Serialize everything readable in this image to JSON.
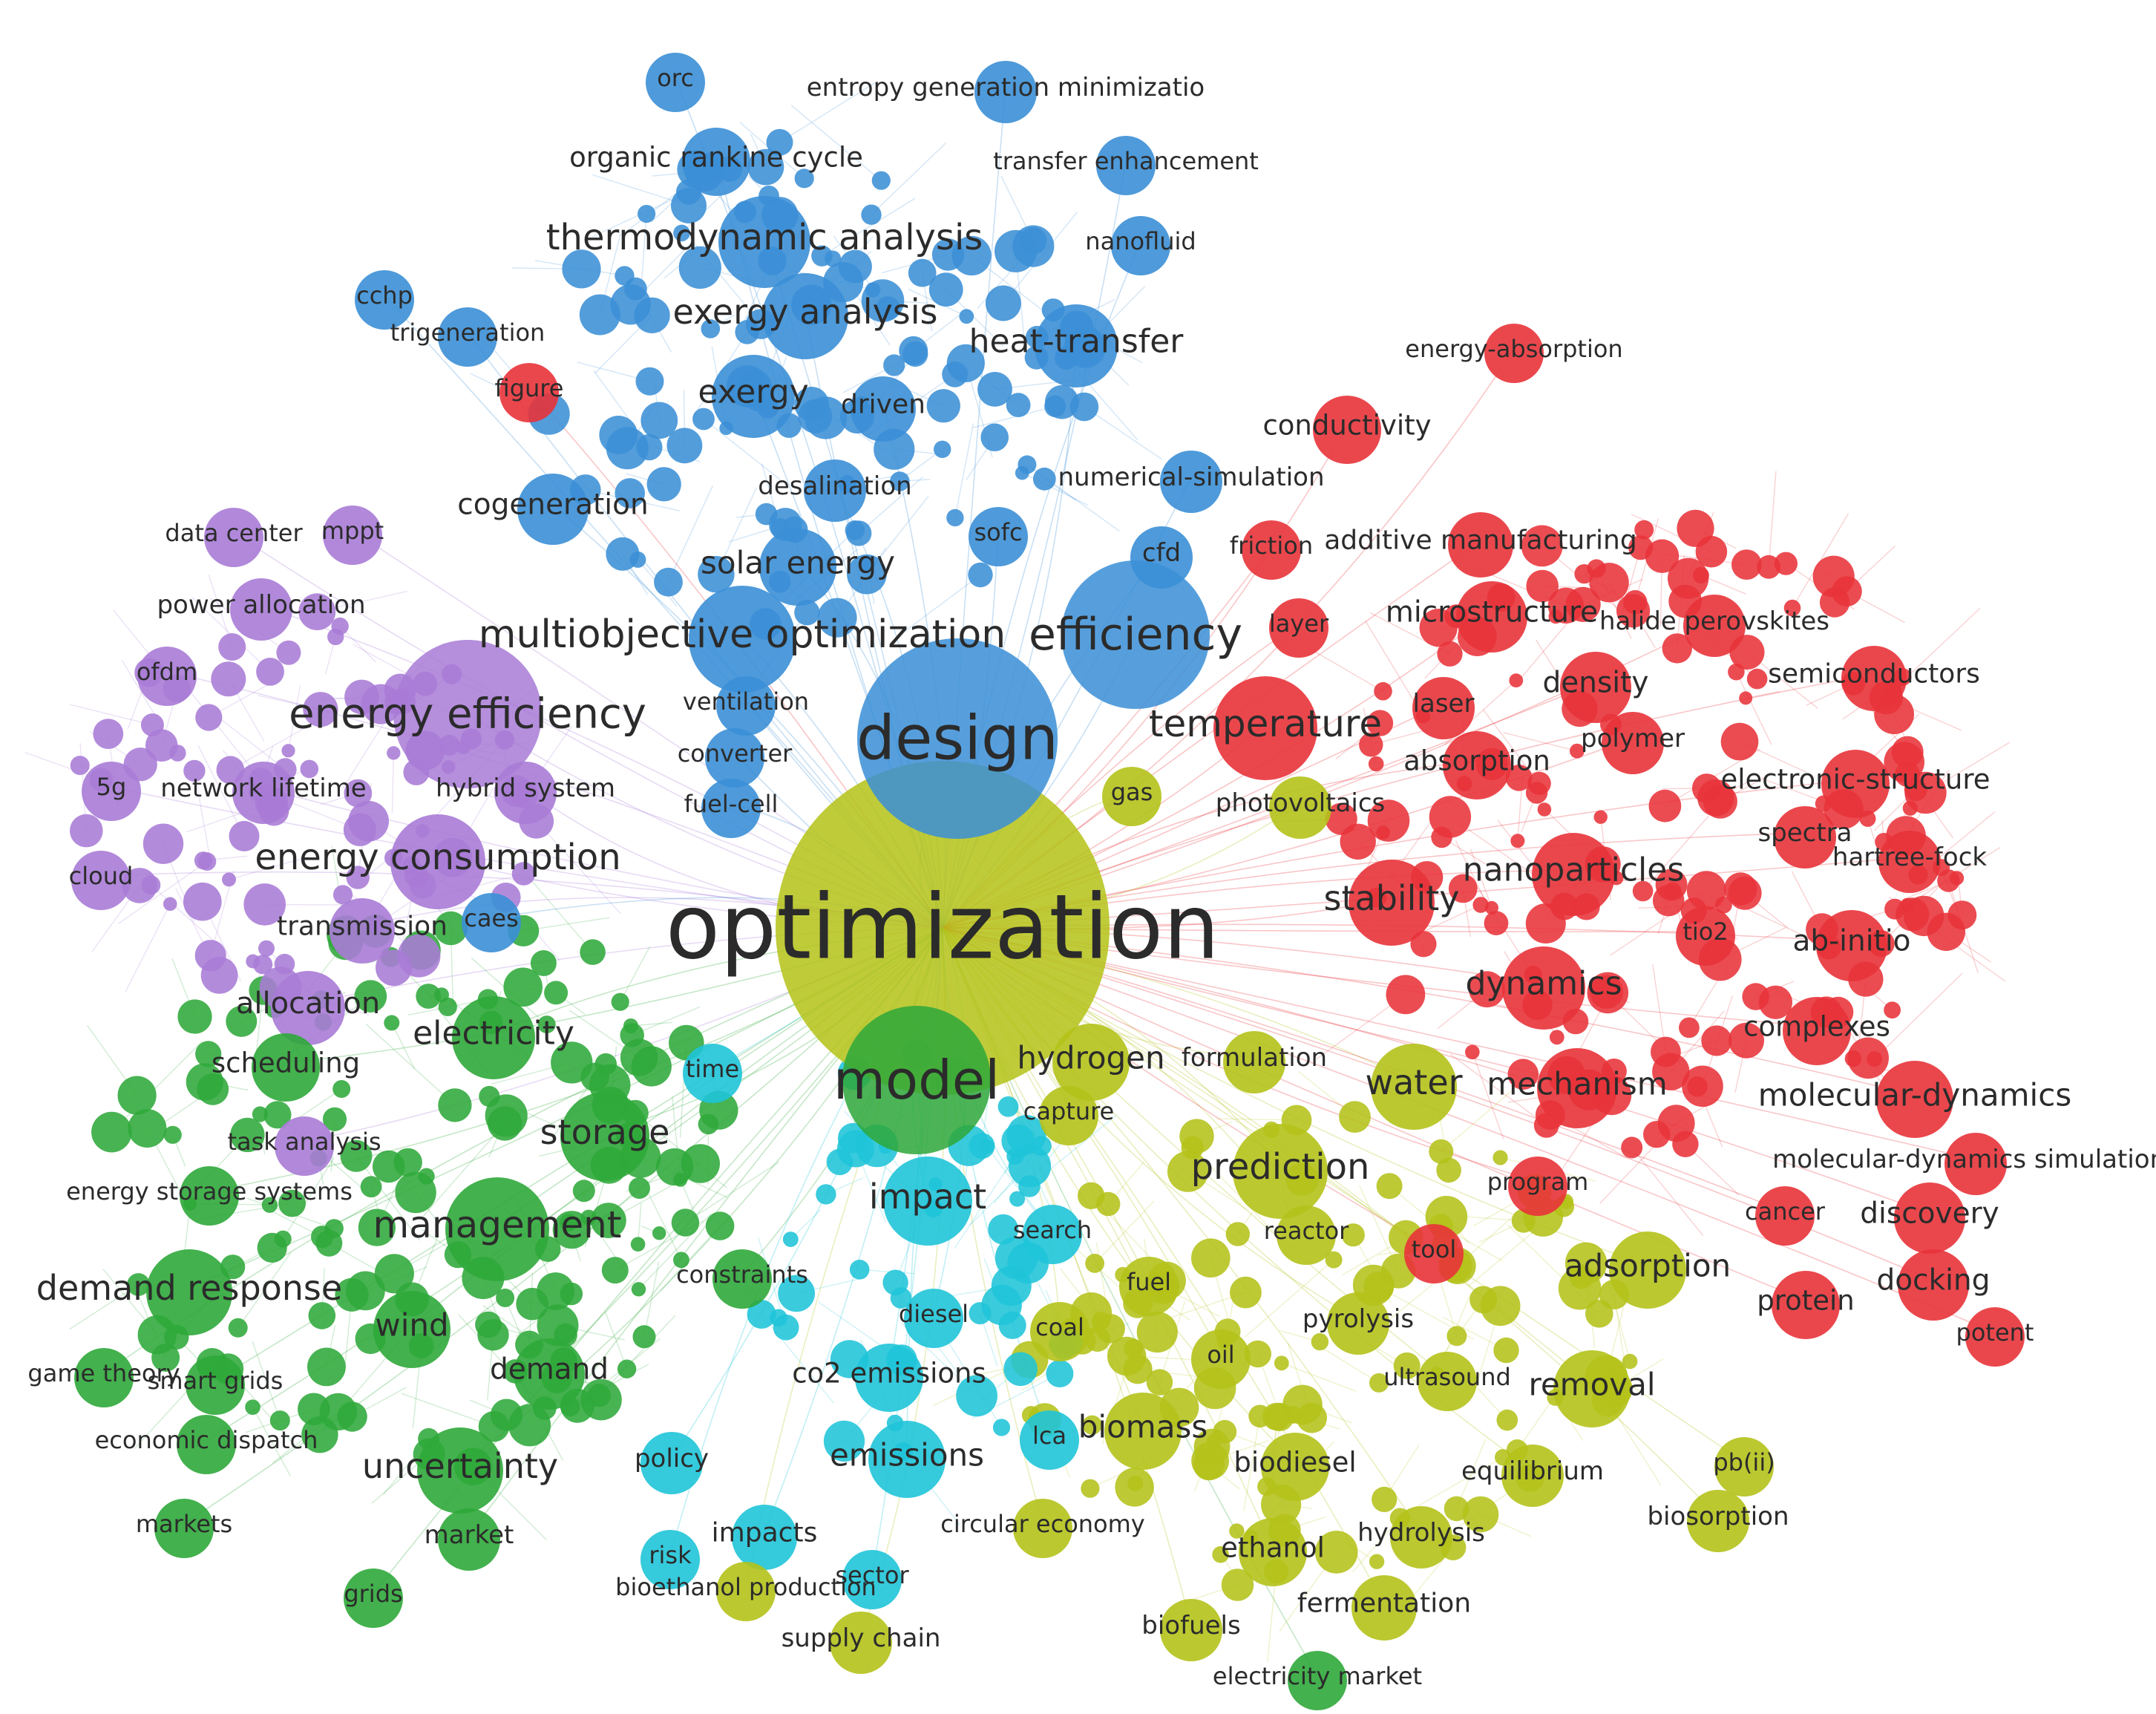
{
  "clusters": [
    {
      "id": "red",
      "color": "#e8333a"
    },
    {
      "id": "blue",
      "color": "#3b8fd6"
    },
    {
      "id": "green",
      "color": "#2fa83a"
    },
    {
      "id": "yellow",
      "color": "#b4c219"
    },
    {
      "id": "purple",
      "color": "#a97bd6"
    },
    {
      "id": "cyan",
      "color": "#1fc4d8"
    }
  ],
  "keywords": [
    {
      "label": "optimization",
      "cluster": "yellow",
      "weight": 10
    },
    {
      "label": "design",
      "cluster": "blue",
      "weight": 6
    },
    {
      "label": "model",
      "cluster": "green",
      "weight": 5
    },
    {
      "label": "efficiency",
      "cluster": "blue",
      "weight": 4.5
    },
    {
      "label": "energy efficiency",
      "cluster": "purple",
      "weight": 4
    },
    {
      "label": "multiobjective optimization",
      "cluster": "blue",
      "weight": 3.6
    },
    {
      "label": "temperature",
      "cluster": "red",
      "weight": 3.5
    },
    {
      "label": "management",
      "cluster": "green",
      "weight": 3.5
    },
    {
      "label": "energy consumption",
      "cluster": "purple",
      "weight": 3.2
    },
    {
      "label": "prediction",
      "cluster": "yellow",
      "weight": 3.2
    },
    {
      "label": "thermodynamic analysis",
      "cluster": "blue",
      "weight": 3.1
    },
    {
      "label": "storage",
      "cluster": "green",
      "weight": 3
    },
    {
      "label": "impact",
      "cluster": "cyan",
      "weight": 3
    },
    {
      "label": "stability",
      "cluster": "red",
      "weight": 2.9
    },
    {
      "label": "demand response",
      "cluster": "green",
      "weight": 2.9
    },
    {
      "label": "uncertainty",
      "cluster": "green",
      "weight": 2.9
    },
    {
      "label": "exergy analysis",
      "cluster": "blue",
      "weight": 2.9
    },
    {
      "label": "water",
      "cluster": "yellow",
      "weight": 2.9
    },
    {
      "label": "electricity",
      "cluster": "green",
      "weight": 2.8
    },
    {
      "label": "nanoparticles",
      "cluster": "red",
      "weight": 2.8
    },
    {
      "label": "heat-transfer",
      "cluster": "blue",
      "weight": 2.8
    },
    {
      "label": "exergy",
      "cluster": "blue",
      "weight": 2.8
    },
    {
      "label": "dynamics",
      "cluster": "red",
      "weight": 2.8
    },
    {
      "label": "mechanism",
      "cluster": "red",
      "weight": 2.7
    },
    {
      "label": "molecular-dynamics",
      "cluster": "red",
      "weight": 2.6
    },
    {
      "label": "solar energy",
      "cluster": "blue",
      "weight": 2.6
    },
    {
      "label": "hydrogen",
      "cluster": "yellow",
      "weight": 2.6
    },
    {
      "label": "adsorption",
      "cluster": "yellow",
      "weight": 2.6
    },
    {
      "label": "removal",
      "cluster": "yellow",
      "weight": 2.6
    },
    {
      "label": "biomass",
      "cluster": "yellow",
      "weight": 2.6
    },
    {
      "label": "emissions",
      "cluster": "cyan",
      "weight": 2.6
    },
    {
      "label": "wind",
      "cluster": "green",
      "weight": 2.6
    },
    {
      "label": "allocation",
      "cluster": "purple",
      "weight": 2.5
    },
    {
      "label": "cogeneration",
      "cluster": "blue",
      "weight": 2.4
    },
    {
      "label": "microstructure",
      "cluster": "red",
      "weight": 2.4
    },
    {
      "label": "density",
      "cluster": "red",
      "weight": 2.4
    },
    {
      "label": "demand",
      "cluster": "green",
      "weight": 2.4
    },
    {
      "label": "docking",
      "cluster": "red",
      "weight": 2.4
    },
    {
      "label": "discovery",
      "cluster": "red",
      "weight": 2.4
    },
    {
      "label": "ab-initio",
      "cluster": "red",
      "weight": 2.4
    },
    {
      "label": "organic rankine cycle",
      "cluster": "blue",
      "weight": 2.3
    },
    {
      "label": "conductivity",
      "cluster": "red",
      "weight": 2.3
    },
    {
      "label": "scheduling",
      "cluster": "green",
      "weight": 2.3
    },
    {
      "label": "protein",
      "cluster": "red",
      "weight": 2.3
    },
    {
      "label": "absorption",
      "cluster": "red",
      "weight": 2.3
    },
    {
      "label": "electronic-structure",
      "cluster": "red",
      "weight": 2.3
    },
    {
      "label": "co2 emissions",
      "cluster": "cyan",
      "weight": 2.3
    },
    {
      "label": "complexes",
      "cluster": "red",
      "weight": 2.3
    },
    {
      "label": "biodiesel",
      "cluster": "yellow",
      "weight": 2.3
    },
    {
      "label": "ethanol",
      "cluster": "yellow",
      "weight": 2.3
    },
    {
      "label": "driven",
      "cluster": "blue",
      "weight": 2.2
    },
    {
      "label": "additive manufacturing",
      "cluster": "red",
      "weight": 2.2
    },
    {
      "label": "semiconductors",
      "cluster": "red",
      "weight": 2.2
    },
    {
      "label": "transmission",
      "cluster": "purple",
      "weight": 2.2
    },
    {
      "label": "fermentation",
      "cluster": "yellow",
      "weight": 2.2
    },
    {
      "label": "impacts",
      "cluster": "cyan",
      "weight": 2.2
    },
    {
      "label": "power allocation",
      "cluster": "purple",
      "weight": 2.1
    },
    {
      "label": "desalination",
      "cluster": "blue",
      "weight": 2.1
    },
    {
      "label": "numerical-simulation",
      "cluster": "blue",
      "weight": 2.1
    },
    {
      "label": "cfd",
      "cluster": "blue",
      "weight": 2.1
    },
    {
      "label": "polymer",
      "cluster": "red",
      "weight": 2.1
    },
    {
      "label": "photovoltaics",
      "cluster": "yellow",
      "weight": 2.1
    },
    {
      "label": "formulation",
      "cluster": "yellow",
      "weight": 2.1
    },
    {
      "label": "hybrid system",
      "cluster": "purple",
      "weight": 2.1
    },
    {
      "label": "network lifetime",
      "cluster": "purple",
      "weight": 2.1
    },
    {
      "label": "spectra",
      "cluster": "red",
      "weight": 2.1
    },
    {
      "label": "hartree-fock",
      "cluster": "red",
      "weight": 2.1
    },
    {
      "label": "laser",
      "cluster": "red",
      "weight": 2.1
    },
    {
      "label": "halide perovskites",
      "cluster": "red",
      "weight": 2.1
    },
    {
      "label": "entropy generation minimizatio",
      "cluster": "blue",
      "weight": 2.1
    },
    {
      "label": "pyrolysis",
      "cluster": "yellow",
      "weight": 2.1
    },
    {
      "label": "equilibrium",
      "cluster": "yellow",
      "weight": 2.1
    },
    {
      "label": "biosorption",
      "cluster": "yellow",
      "weight": 2.1
    },
    {
      "label": "biofuels",
      "cluster": "yellow",
      "weight": 2.1
    },
    {
      "label": "supply chain",
      "cluster": "yellow",
      "weight": 2.1
    },
    {
      "label": "hydrolysis",
      "cluster": "yellow",
      "weight": 2.1
    },
    {
      "label": "market",
      "cluster": "green",
      "weight": 2.1
    },
    {
      "label": "policy",
      "cluster": "cyan",
      "weight": 2.1
    },
    {
      "label": "molecular-dynamics simulations",
      "cluster": "red",
      "weight": 2.1
    },
    {
      "label": "constraints",
      "cluster": "green",
      "weight": 2
    },
    {
      "label": "smart grids",
      "cluster": "green",
      "weight": 2
    },
    {
      "label": "orc",
      "cluster": "blue",
      "weight": 2
    },
    {
      "label": "transfer enhancement",
      "cluster": "blue",
      "weight": 2
    },
    {
      "label": "nanofluid",
      "cluster": "blue",
      "weight": 2
    },
    {
      "label": "energy-absorption",
      "cluster": "red",
      "weight": 2
    },
    {
      "label": "sofc",
      "cluster": "blue",
      "weight": 2
    },
    {
      "label": "friction",
      "cluster": "red",
      "weight": 2
    },
    {
      "label": "layer",
      "cluster": "red",
      "weight": 2
    },
    {
      "label": "ventilation",
      "cluster": "blue",
      "weight": 2
    },
    {
      "label": "converter",
      "cluster": "blue",
      "weight": 2
    },
    {
      "label": "fuel-cell",
      "cluster": "blue",
      "weight": 2
    },
    {
      "label": "gas",
      "cluster": "yellow",
      "weight": 2
    },
    {
      "label": "tio2",
      "cluster": "red",
      "weight": 2
    },
    {
      "label": "time",
      "cluster": "cyan",
      "weight": 2
    },
    {
      "label": "capture",
      "cluster": "yellow",
      "weight": 2
    },
    {
      "label": "reactor",
      "cluster": "yellow",
      "weight": 2
    },
    {
      "label": "tool",
      "cluster": "red",
      "weight": 2
    },
    {
      "label": "program",
      "cluster": "red",
      "weight": 2
    },
    {
      "label": "cancer",
      "cluster": "red",
      "weight": 2
    },
    {
      "label": "potent",
      "cluster": "red",
      "weight": 2
    },
    {
      "label": "search",
      "cluster": "cyan",
      "weight": 2
    },
    {
      "label": "fuel",
      "cluster": "yellow",
      "weight": 2
    },
    {
      "label": "coal",
      "cluster": "yellow",
      "weight": 2
    },
    {
      "label": "diesel",
      "cluster": "cyan",
      "weight": 2
    },
    {
      "label": "oil",
      "cluster": "yellow",
      "weight": 2
    },
    {
      "label": "ultrasound",
      "cluster": "yellow",
      "weight": 2
    },
    {
      "label": "pb(ii)",
      "cluster": "yellow",
      "weight": 2
    },
    {
      "label": "lca",
      "cluster": "cyan",
      "weight": 2
    },
    {
      "label": "circular economy",
      "cluster": "yellow",
      "weight": 2
    },
    {
      "label": "sector",
      "cluster": "cyan",
      "weight": 2
    },
    {
      "label": "risk",
      "cluster": "cyan",
      "weight": 2
    },
    {
      "label": "bioethanol production",
      "cluster": "yellow",
      "weight": 2
    },
    {
      "label": "electricity market",
      "cluster": "green",
      "weight": 2
    },
    {
      "label": "economic dispatch",
      "cluster": "green",
      "weight": 2
    },
    {
      "label": "markets",
      "cluster": "green",
      "weight": 2
    },
    {
      "label": "grids",
      "cluster": "green",
      "weight": 2
    },
    {
      "label": "game theory",
      "cluster": "green",
      "weight": 2
    },
    {
      "label": "energy storage systems",
      "cluster": "green",
      "weight": 2
    },
    {
      "label": "task analysis",
      "cluster": "purple",
      "weight": 2
    },
    {
      "label": "cloud",
      "cluster": "purple",
      "weight": 2
    },
    {
      "label": "5g",
      "cluster": "purple",
      "weight": 2
    },
    {
      "label": "ofdm",
      "cluster": "purple",
      "weight": 2
    },
    {
      "label": "data center",
      "cluster": "purple",
      "weight": 2
    },
    {
      "label": "mppt",
      "cluster": "purple",
      "weight": 2
    },
    {
      "label": "caes",
      "cluster": "blue",
      "weight": 2
    },
    {
      "label": "cchp",
      "cluster": "blue",
      "weight": 2
    },
    {
      "label": "trigeneration",
      "cluster": "blue",
      "weight": 2
    },
    {
      "label": "figure",
      "cluster": "red",
      "weight": 2
    }
  ]
}
